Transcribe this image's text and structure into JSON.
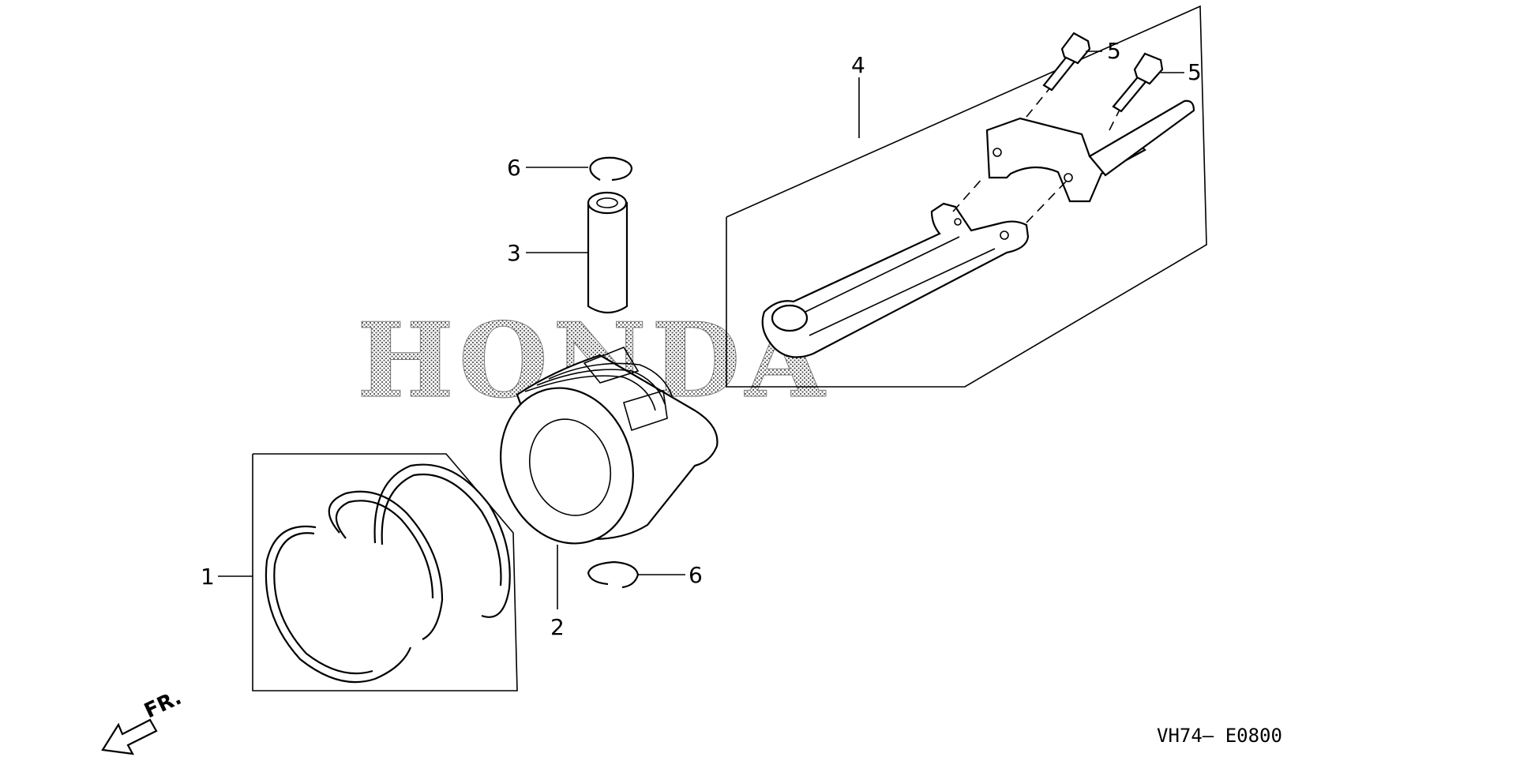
{
  "diagram": {
    "callouts": {
      "rings": "1",
      "piston": "2",
      "pin": "3",
      "rod": "4",
      "bolt_a": "5",
      "bolt_b": "5",
      "clip_top": "6",
      "clip_bottom": "6"
    },
    "diagram_code": "VH74– E0800",
    "direction_label": "FR.",
    "watermark": "HONDA"
  }
}
